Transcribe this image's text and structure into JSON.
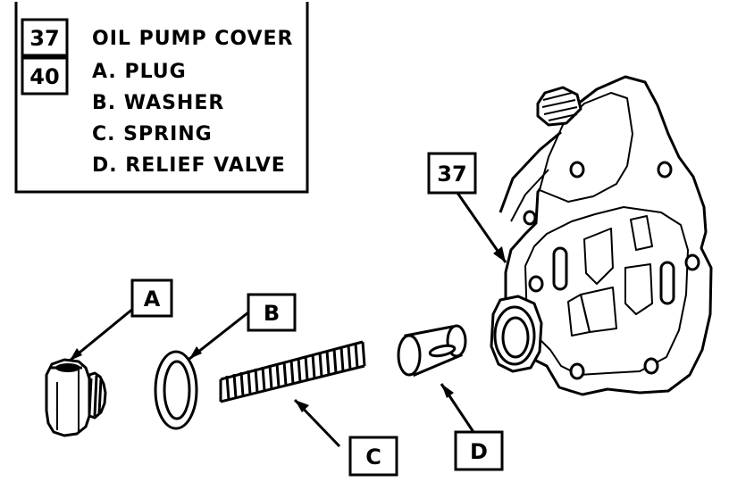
{
  "legend": {
    "ref_numbers": [
      "37",
      "40"
    ],
    "lines": [
      "OIL PUMP COVER",
      "A. PLUG",
      "B. WASHER",
      "C. SPRING",
      "D. RELIEF VALVE"
    ]
  },
  "callouts": {
    "cover": "37",
    "plug": "A",
    "washer": "B",
    "spring": "C",
    "valve": "D"
  },
  "colors": {
    "ink": "#000000",
    "paper": "#ffffff"
  }
}
